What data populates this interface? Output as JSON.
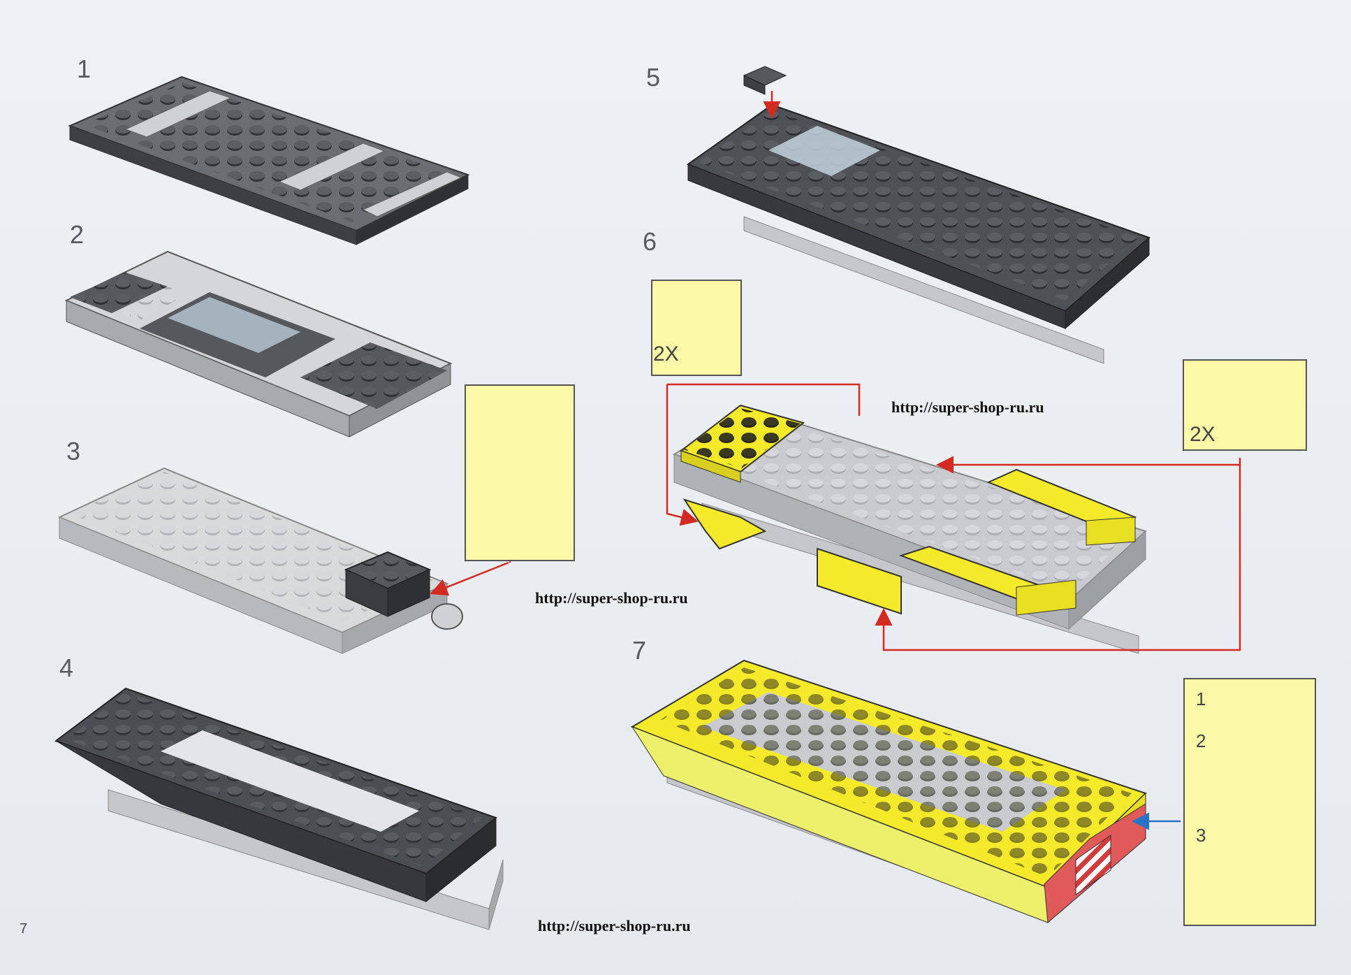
{
  "page": {
    "page_number": "7",
    "watermark_url": "http://super-shop-ru.ru"
  },
  "steps": [
    {
      "number": "1"
    },
    {
      "number": "2"
    },
    {
      "number": "3"
    },
    {
      "number": "4"
    },
    {
      "number": "5"
    },
    {
      "number": "6"
    },
    {
      "number": "7"
    }
  ],
  "callouts": {
    "step6_slope_qty": "2X",
    "step6_brick_qty": "2X",
    "step7_sub_steps": [
      "1",
      "2",
      "3"
    ]
  },
  "colors": {
    "dark_grey": "#4a4c4f",
    "light_grey": "#c9cbce",
    "yellow": "#f4ea2a",
    "callout_bg": "#fbf8a8",
    "arrow_red": "#d42a22",
    "arrow_blue": "#2a72c8",
    "red_tile": "#e05a5a"
  }
}
